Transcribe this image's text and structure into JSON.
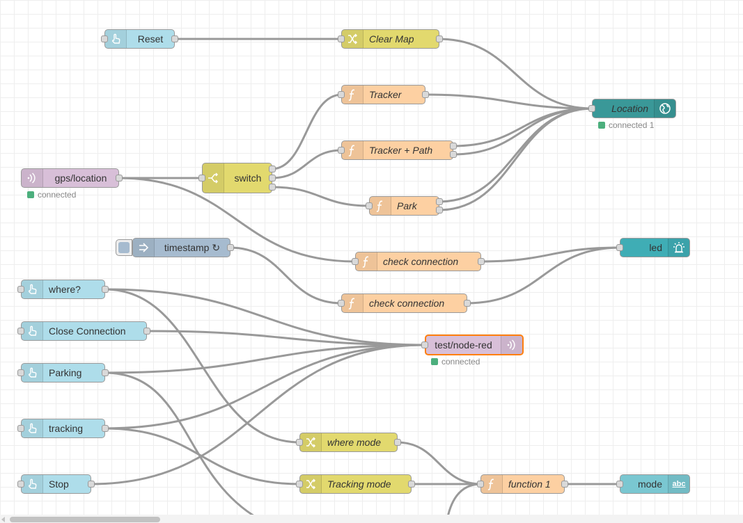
{
  "colors": {
    "inject": "#a6bbcf",
    "button": "#aeddea",
    "change": "#e2d96e",
    "function": "#fdd0a2",
    "mqtt": "#d8bfd8",
    "worldmap": "#3a9898",
    "led": "#3fadb5",
    "text": "#7ac7d1",
    "status_connected": "#4caf7d",
    "selected": "#ff7f0e"
  },
  "nodes": {
    "reset": {
      "label": "Reset",
      "icon": "hand-icon"
    },
    "clear_map": {
      "label": "Clear Map",
      "icon": "shuffle-icon"
    },
    "tracker": {
      "label": "Tracker",
      "icon": "function-icon"
    },
    "tracker_path": {
      "label": "Tracker + Path",
      "icon": "function-icon"
    },
    "park": {
      "label": "Park",
      "icon": "function-icon"
    },
    "location": {
      "label": "Location",
      "icon": "globe-icon",
      "status": "connected 1"
    },
    "gps_location": {
      "label": "gps/location",
      "icon": "radio-waves-icon",
      "status": "connected"
    },
    "switch": {
      "label": "switch",
      "icon": "switch-icon"
    },
    "timestamp": {
      "label": "timestamp ↻",
      "icon": "inject-arrow-icon"
    },
    "check_connection_1": {
      "label": "check connection",
      "icon": "function-icon"
    },
    "check_connection_2": {
      "label": "check connection",
      "icon": "function-icon"
    },
    "led": {
      "label": "led",
      "icon": "led-icon"
    },
    "where": {
      "label": "where?",
      "icon": "hand-icon"
    },
    "close_connection": {
      "label": "Close Connection",
      "icon": "hand-icon"
    },
    "parking": {
      "label": "Parking",
      "icon": "hand-icon"
    },
    "tracking": {
      "label": "tracking",
      "icon": "hand-icon"
    },
    "stop": {
      "label": "Stop",
      "icon": "hand-icon"
    },
    "test_node_red": {
      "label": "test/node-red",
      "icon": "radio-waves-icon",
      "status": "connected"
    },
    "where_mode": {
      "label": "where mode",
      "icon": "shuffle-icon"
    },
    "tracking_mode": {
      "label": "Tracking mode",
      "icon": "shuffle-icon"
    },
    "function_1": {
      "label": "function 1",
      "icon": "function-icon"
    },
    "mode": {
      "label": "mode",
      "icon": "abc-text-icon",
      "badge": "abc"
    }
  }
}
